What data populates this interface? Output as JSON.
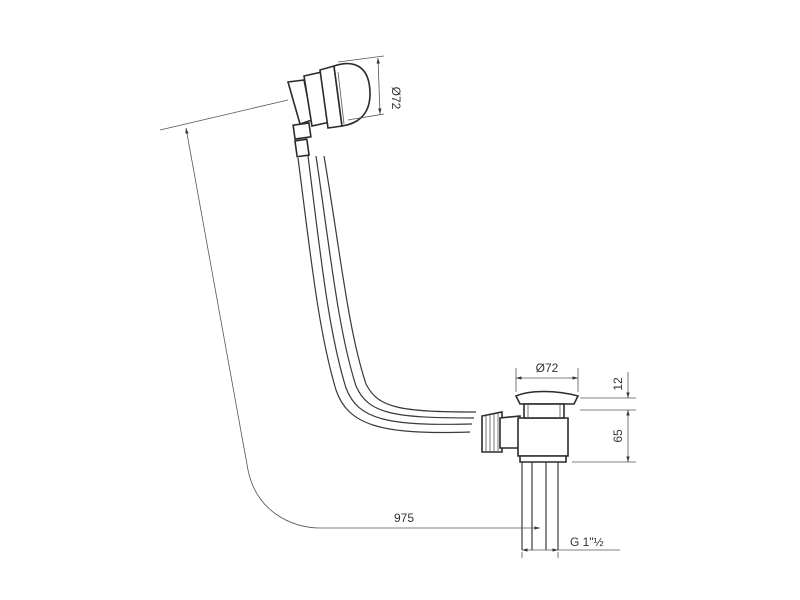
{
  "dimensions": {
    "overflow_diameter": "Ø72",
    "drain_diameter": "Ø72",
    "cap_height": "12",
    "body_height": "65",
    "length": "975",
    "thread": "G 1\"½"
  }
}
